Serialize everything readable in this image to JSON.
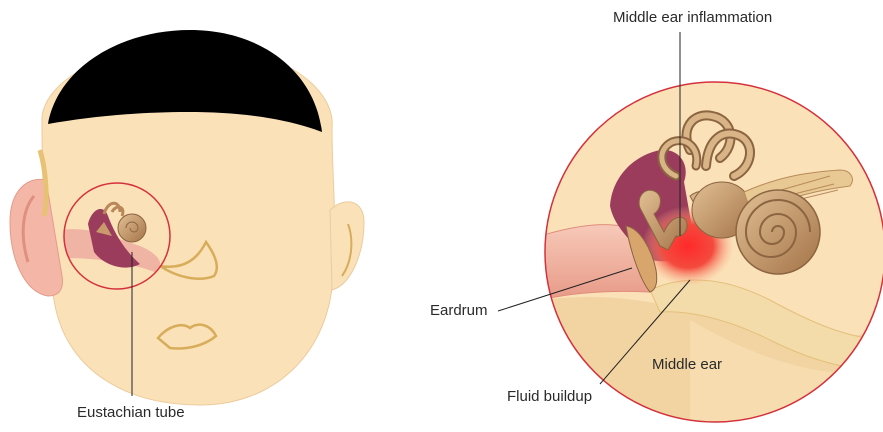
{
  "labels": {
    "middle_ear_inflammation": "Middle ear inflammation",
    "eardrum": "Eardrum",
    "middle_ear": "Middle ear",
    "fluid_buildup": "Fluid buildup",
    "eustachian_tube": "Eustachian tube"
  },
  "colors": {
    "skin": "#fbe1b8",
    "skin_outline": "#e9c898",
    "hair": "#000000",
    "ear_pink": "#f3b3a5",
    "ear_dark_pink": "#e7958a",
    "bone_brown": "#c49a6c",
    "bone_dark": "#8b6441",
    "cavity_purple": "#9c3c5c",
    "inflammation_red": "#f0283c",
    "magnifier_circle": "#d4313c",
    "leader_line": "#222222",
    "feature_line": "#d7ad5a"
  }
}
